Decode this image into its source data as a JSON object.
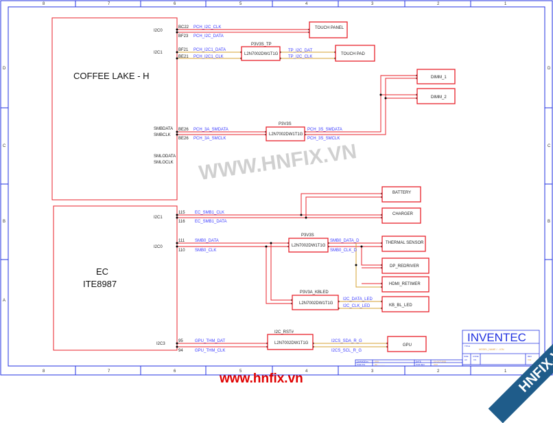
{
  "frame": {
    "columns": [
      "8",
      "7",
      "6",
      "5",
      "4",
      "3",
      "2",
      "1"
    ],
    "rows": [
      "D",
      "C",
      "B",
      "A"
    ]
  },
  "pch": {
    "name": "COFFEE LAKE - H",
    "pins": [
      "I2C0",
      "I2C1",
      "SMBDATA",
      "SMBCLK",
      "SMLODATA",
      "SMLOCLK"
    ]
  },
  "ec": {
    "name": "EC",
    "part": "ITE8987",
    "pins": [
      "I2C1",
      "I2C0",
      "I2C3"
    ]
  },
  "nets": {
    "touch_panel": {
      "pins": [
        "BC22",
        "BF23"
      ],
      "signals": [
        "PCH_I2C_CLK",
        "PCH_I2C_DATA"
      ],
      "device": "TOUCH PANEL"
    },
    "touch_pad": {
      "pins": [
        "BF21",
        "BE21"
      ],
      "signals": [
        "PCH_I2C1_DATA",
        "PCH_I2C1_CLK"
      ],
      "rail": "P3V3S_TP",
      "buffer": "L2N7002DW1T1G",
      "out": [
        "TP_I2C_DAT",
        "TP_I2C_CLK"
      ],
      "device": "TOUCH PAD"
    },
    "smbus": {
      "pins": [
        "BE26",
        "BE26"
      ],
      "signals": [
        "PCH_3A_SMDATA",
        "PCH_3A_SMCLK"
      ],
      "rail": "P3V3S",
      "buffer": "L2N7002DW1T1G",
      "out": [
        "PCH_3S_SMDATA",
        "PCH_3S_SMCLK"
      ],
      "devices": [
        "DIMM_1",
        "DIMM_2"
      ]
    },
    "ec_smb1": {
      "pins": [
        "115",
        "116"
      ],
      "signals": [
        "EC_SMB1_CLK",
        "EC_SMB1_DATA"
      ],
      "devices": [
        "BATTERY",
        "CHARGER"
      ]
    },
    "ec_smb0": {
      "pins": [
        "111",
        "110"
      ],
      "signals": [
        "SMB0_DATA",
        "SMB0_CLK"
      ],
      "rail": "P3V3S",
      "buffer": "L2N7002DW1T1G",
      "out": [
        "SMB0_DATA_D",
        "SMB0_CLK_D"
      ],
      "devices": [
        "THERMAL SENSOR",
        "DP_REDRIVER",
        "HDMI_RETIMER"
      ]
    },
    "kbled": {
      "rail": "P3V3A_KBLED",
      "buffer": "L2N7002DW1T1G",
      "out": [
        "I2C_DATA_LED",
        "I2C_CLK_LED"
      ],
      "device": "KB_BL_LED"
    },
    "gpu": {
      "pins": [
        "95",
        "94"
      ],
      "signals": [
        "GPU_THM_DAT",
        "GPU_THM_CLK"
      ],
      "rail": "I2C_RST#",
      "buffer": "L2N7002DW1T1G",
      "out": [
        "I2CS_SDA_R_G",
        "I2CS_SCL_R_G"
      ],
      "device": "GPU"
    }
  },
  "title_block": {
    "company": "INVENTEC",
    "title_label": "TITLE",
    "model": "MODEL_NAME / ...ION",
    "size_label": "SIZE",
    "size": "A3",
    "code_label": "CODE",
    "code": "CS",
    "rev_label": "REV",
    "rev": "X01",
    "changed_by_label": "CHANGE by",
    "changed_by": "XXX",
    "date_label": "DATE",
    "date": "21-OCT-2002",
    "pcb_label": "PCB P/N",
    "pcb": "0G.............",
    "pcb_rev_label": "PCB REV",
    "pcb_rev": "XXX"
  },
  "watermark": {
    "diagonal": "WWW.HNFIX.VN",
    "url": "www.hnfix.vn",
    "corner": "HNFIX.VN"
  }
}
